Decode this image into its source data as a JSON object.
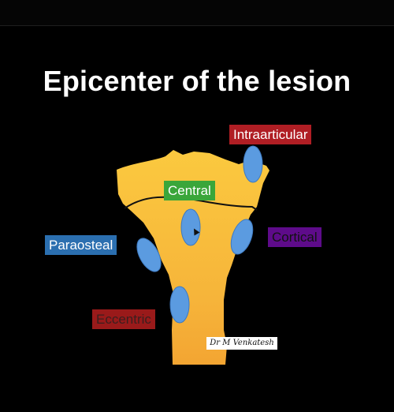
{
  "title": "Epicenter of the lesion",
  "labels": {
    "intraarticular": "Intraarticular",
    "central": "Central",
    "cortical": "Cortical",
    "paraosteal": "Paraosteal",
    "eccentric": "Eccentric"
  },
  "signature": "Dr M Venkatesh",
  "colors": {
    "background": "#000000",
    "bone": "#f6b93a",
    "lesion": "#5b9be0",
    "intraarticular_label": "#b01e24",
    "central_label": "#3aa63a",
    "cortical_label": "#5e0b8a",
    "paraosteal_label": "#2b6fb0",
    "eccentric_label": "#9a1a1a"
  }
}
